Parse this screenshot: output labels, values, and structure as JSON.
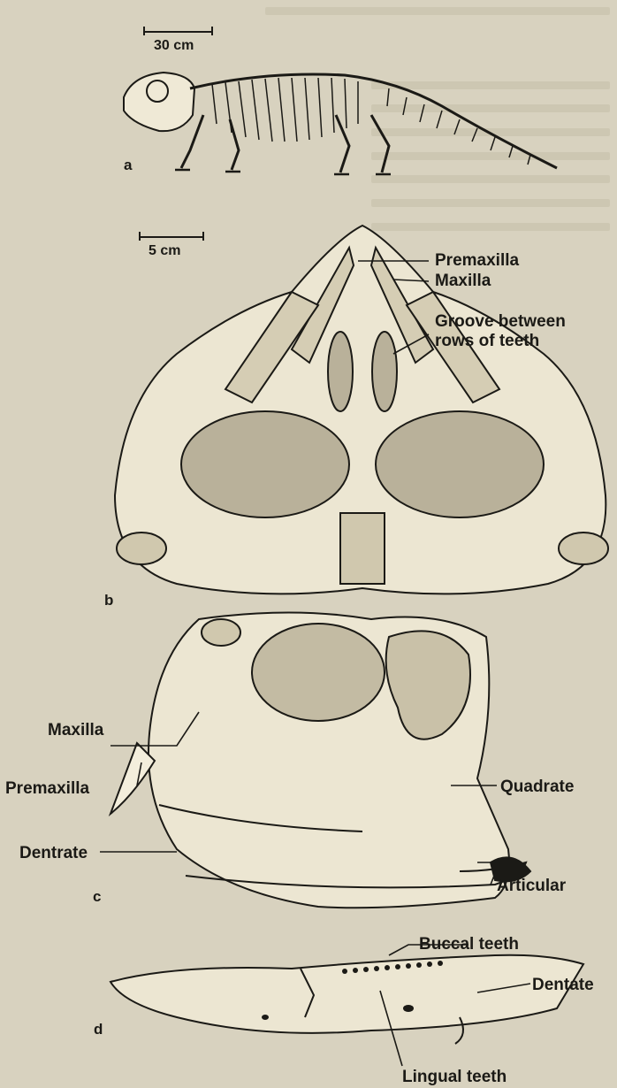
{
  "scale_bars": {
    "a": "30 cm",
    "b": "5 cm"
  },
  "figure_letters": {
    "a": "a",
    "b": "b",
    "c": "c",
    "d": "d"
  },
  "labels": {
    "premaxilla_b": "Premaxilla",
    "maxilla_b": "Maxilla",
    "groove_line1": "Groove between",
    "groove_line2": "rows of teeth",
    "maxilla_c": "Maxilla",
    "premaxilla_c": "Premaxilla",
    "quadrate": "Quadrate",
    "dentrate_c": "Dentrate",
    "articular": "Articular",
    "buccal": "Buccal teeth",
    "dentate_d": "Dentate",
    "lingual": "Lingual teeth"
  }
}
